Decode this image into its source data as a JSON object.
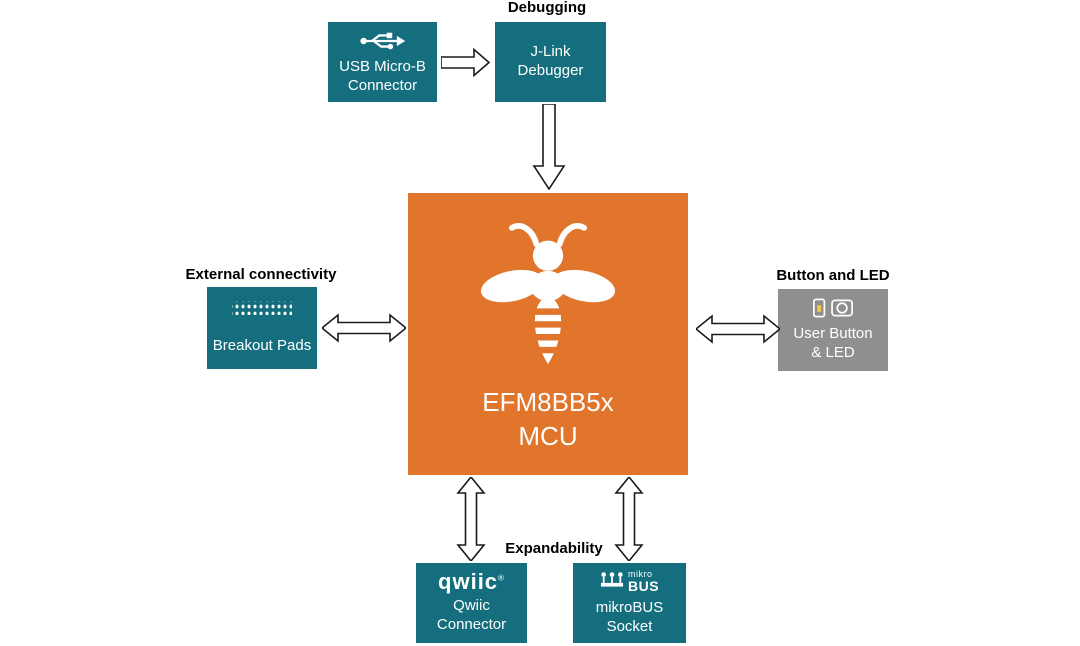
{
  "colors": {
    "teal": "#146e7e",
    "orange": "#e0752b",
    "gray": "#8f8f8f",
    "arrow_fill": "#ffffff",
    "arrow_stroke": "#1a1a1a",
    "label_text": "#000000",
    "box_text": "#ffffff"
  },
  "labels": {
    "debugging": "Debugging",
    "external_connectivity": "External connectivity",
    "button_and_led": "Button and LED",
    "expandability": "Expandability"
  },
  "nodes": {
    "usb_connector": {
      "label": "USB Micro-B\nConnector"
    },
    "jlink_debugger": {
      "label": "J-Link\nDebugger"
    },
    "mcu": {
      "line1": "EFM8BB5x",
      "line2": "MCU"
    },
    "breakout_pads": {
      "label": "Breakout Pads"
    },
    "user_button_led": {
      "label": "User Button\n& LED"
    },
    "qwiic": {
      "logo": "qwiic",
      "logo_reg": "®",
      "label": "Qwiic\nConnector"
    },
    "mikrobus": {
      "logo_top": "mikro",
      "logo_bottom": "BUS",
      "label": "mikroBUS\nSocket"
    }
  }
}
